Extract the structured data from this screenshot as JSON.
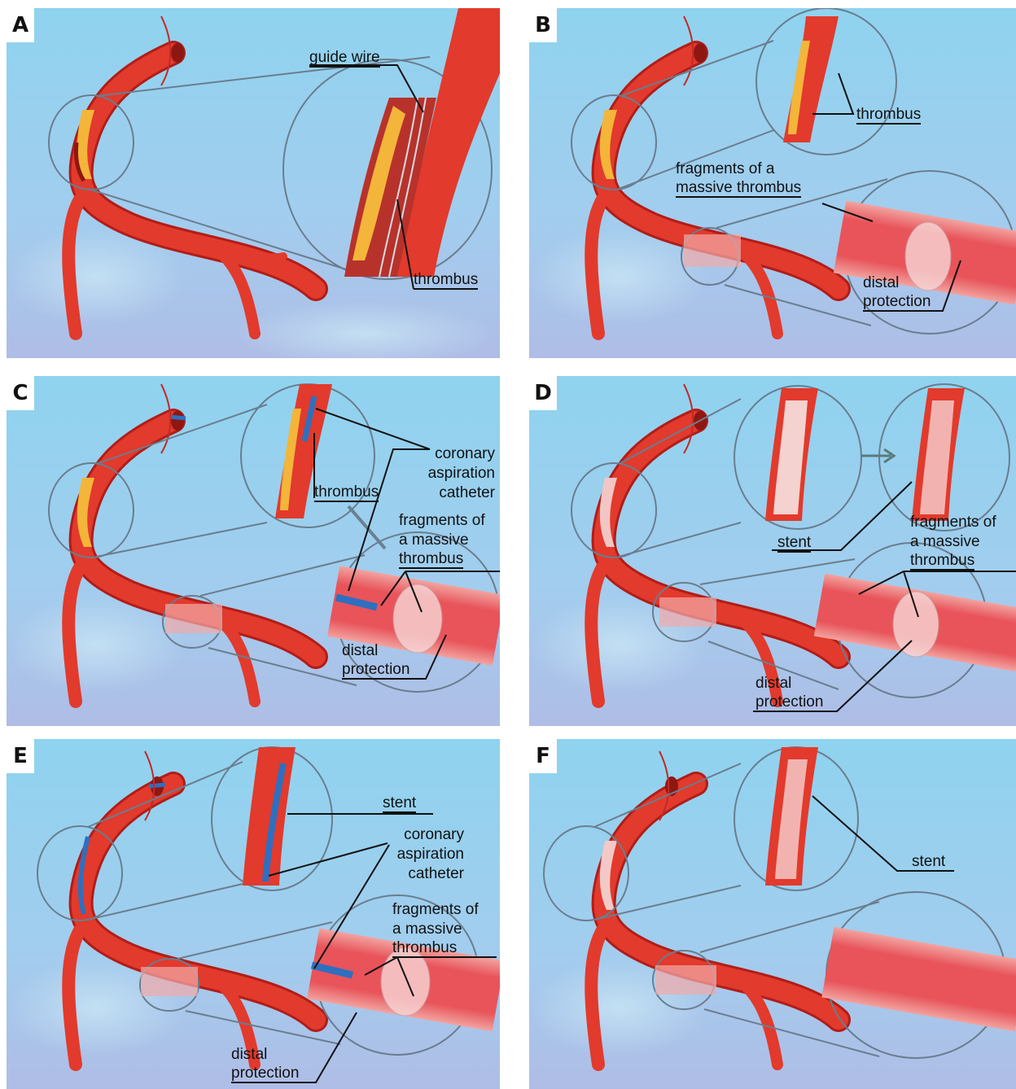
{
  "panels": {
    "a": {
      "letter": "A",
      "guide_wire": "guide wire",
      "thrombus": "thrombus"
    },
    "b": {
      "letter": "B",
      "thrombus": "thrombus",
      "fragments_1": "fragments of a",
      "fragments_2": "massive thrombus",
      "distal_1": "distal",
      "distal_2": "protection"
    },
    "c": {
      "letter": "C",
      "cath_1": "coronary",
      "cath_2": "aspiration",
      "cath_3": "catheter",
      "thrombus": "thrombus",
      "fragments_1": "fragments of",
      "fragments_2": "a massive",
      "fragments_3": "thrombus",
      "distal_1": "distal",
      "distal_2": "protection"
    },
    "d": {
      "letter": "D",
      "stent": "stent",
      "fragments_1": "fragments of",
      "fragments_2": "a massive",
      "fragments_3": "thrombus",
      "distal_1": "distal",
      "distal_2": "protection"
    },
    "e": {
      "letter": "E",
      "stent": "stent",
      "cath_1": "coronary",
      "cath_2": "aspiration",
      "cath_3": "catheter",
      "fragments_1": "fragments of",
      "fragments_2": "a massive",
      "fragments_3": "thrombus",
      "distal_1": "distal",
      "distal_2": "protection"
    },
    "f": {
      "letter": "F",
      "stent": "stent"
    }
  },
  "colors": {
    "background_top": "#8fd3ef",
    "background_bottom": "#a9bde6",
    "artery": "#e23a2c",
    "artery_dark": "#b11d18",
    "thrombus": "#f3b53a",
    "catheter": "#2f6fbf",
    "outline": "#6a7d8e"
  }
}
